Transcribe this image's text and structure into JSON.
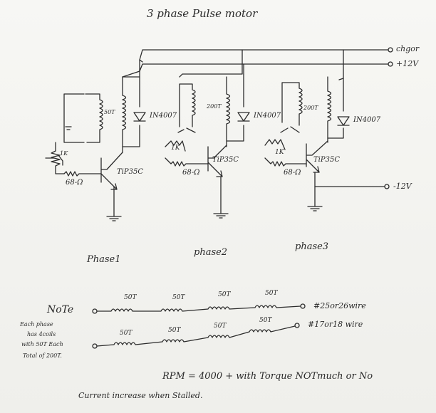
{
  "title": "3 phase Pulse motor",
  "rails": {
    "charge": "chgor",
    "plus12": "+12V",
    "minus12": "-12V"
  },
  "components": {
    "diode": "IN4007",
    "transistor": "TiP35C",
    "coil": "200T",
    "coil_small": "50T",
    "resistor_var": "1K",
    "resistor_fixed": "68-Ω"
  },
  "phases": [
    "Phase1",
    "phase2",
    "phase3"
  ],
  "note": {
    "heading": "NoTe",
    "lines": [
      "Each phase",
      "has 4coils",
      "with 50T Each",
      "Total of 200T."
    ]
  },
  "coil_rows": [
    {
      "turns": [
        "50T",
        "50T",
        "50T",
        "50T"
      ],
      "wire": "#25or26wire"
    },
    {
      "turns": [
        "50T",
        "50T",
        "50T",
        "50T"
      ],
      "wire": "#17or18 wire"
    }
  ],
  "rpm_line": "RPM = 4000 + with Torque NOTmuch or No",
  "rpm_line2": "Current increase when Stalled."
}
